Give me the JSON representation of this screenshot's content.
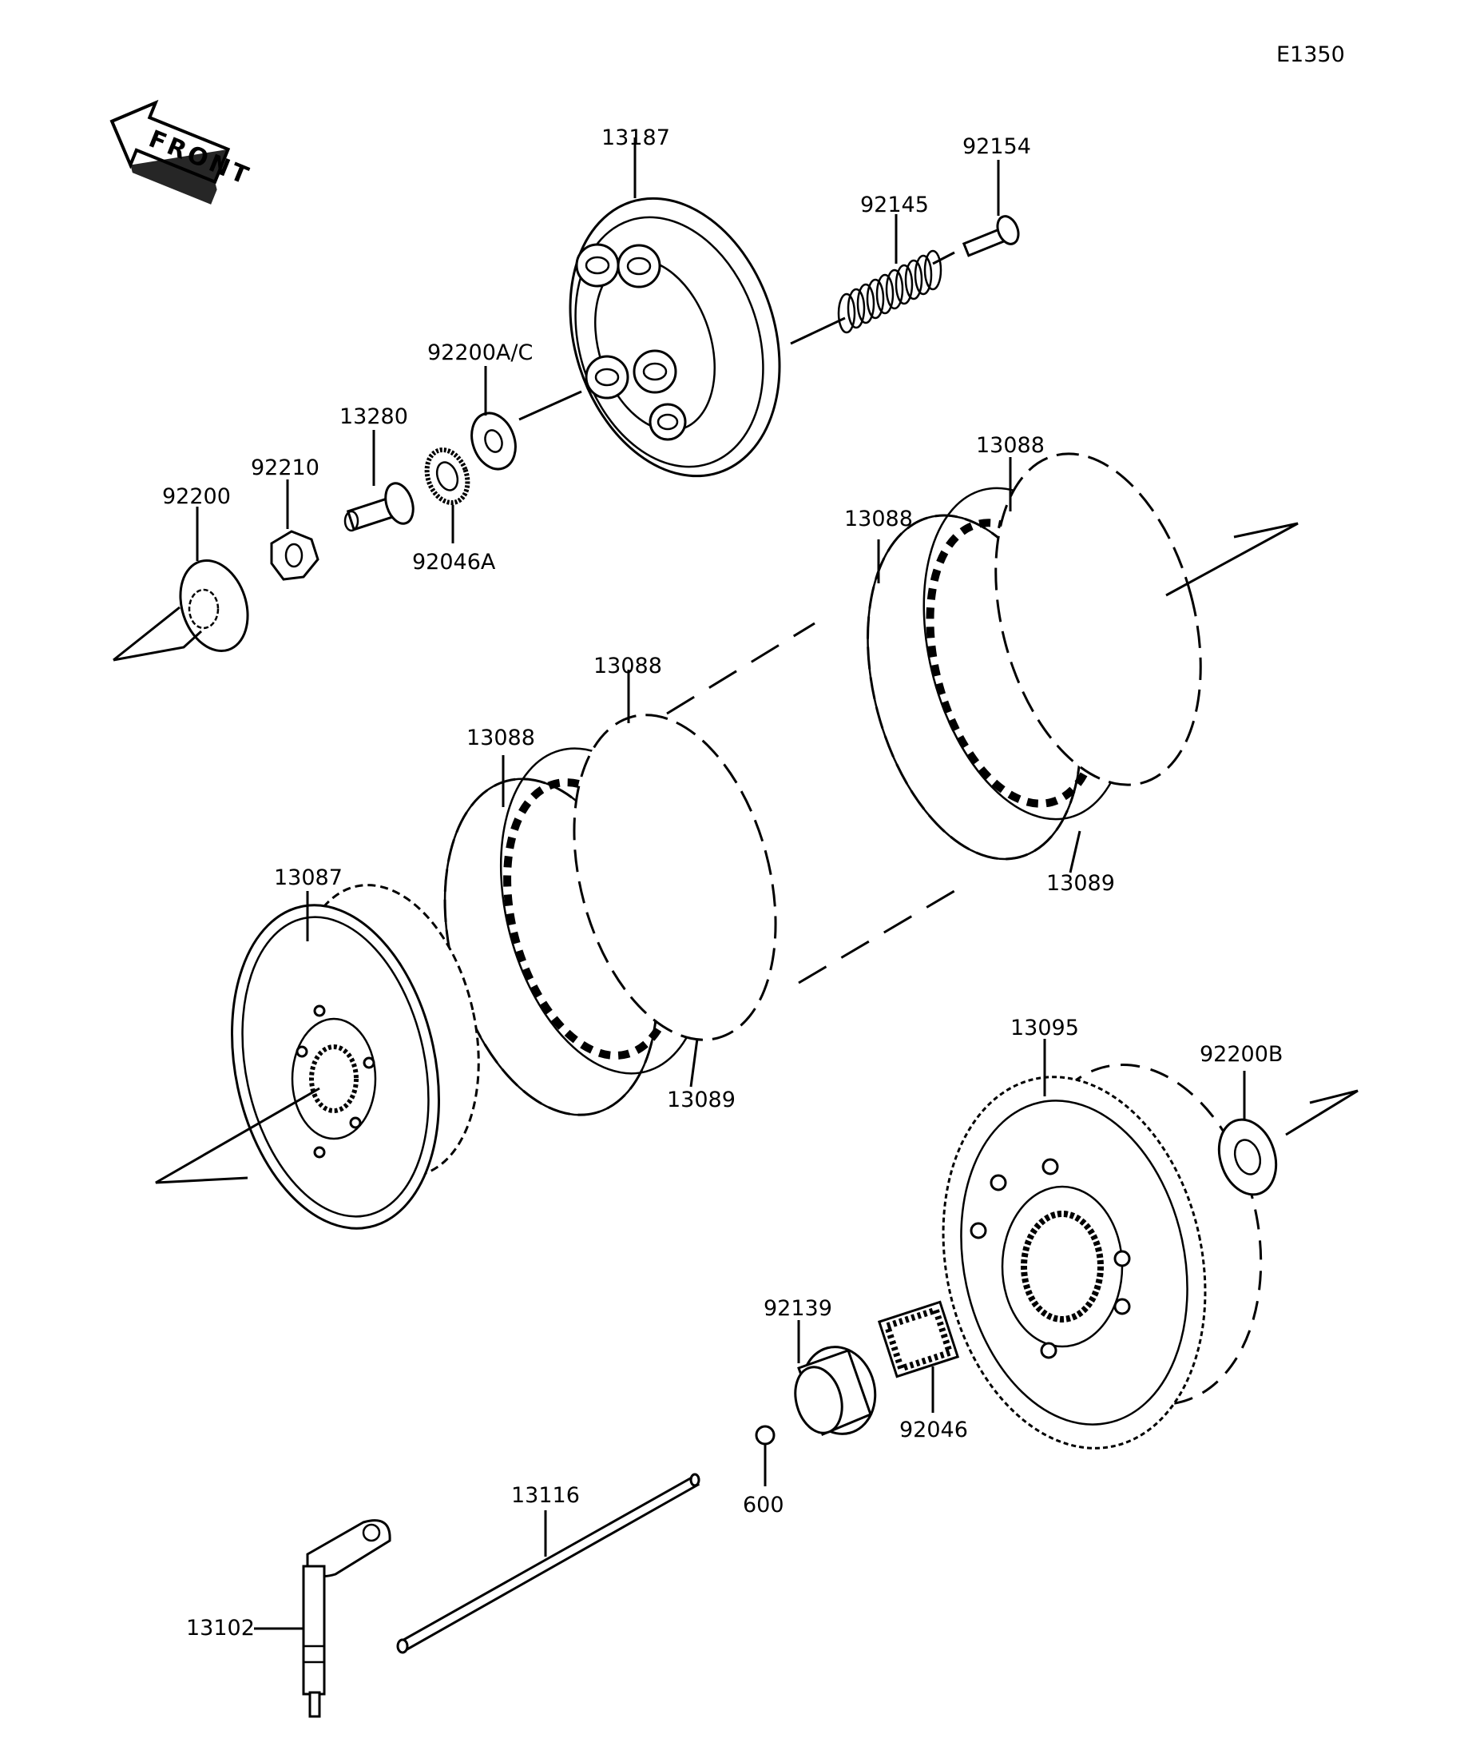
{
  "diagram_code": "E1350",
  "front_label": "FRONT",
  "labels": {
    "p13187": "13187",
    "p92154": "92154",
    "p92145": "92145",
    "p92200ac": "92200A/C",
    "p13280": "13280",
    "p92210": "92210",
    "p92200": "92200",
    "p92046a": "92046A",
    "p13088_a": "13088",
    "p13088_b": "13088",
    "p13088_c": "13088",
    "p13088_d": "13088",
    "p13089_a": "13089",
    "p13089_b": "13089",
    "p13087": "13087",
    "p13095": "13095",
    "p92200b": "92200B",
    "p92139": "92139",
    "p92046": "92046",
    "p600": "600",
    "p13116": "13116",
    "p13102": "13102"
  }
}
